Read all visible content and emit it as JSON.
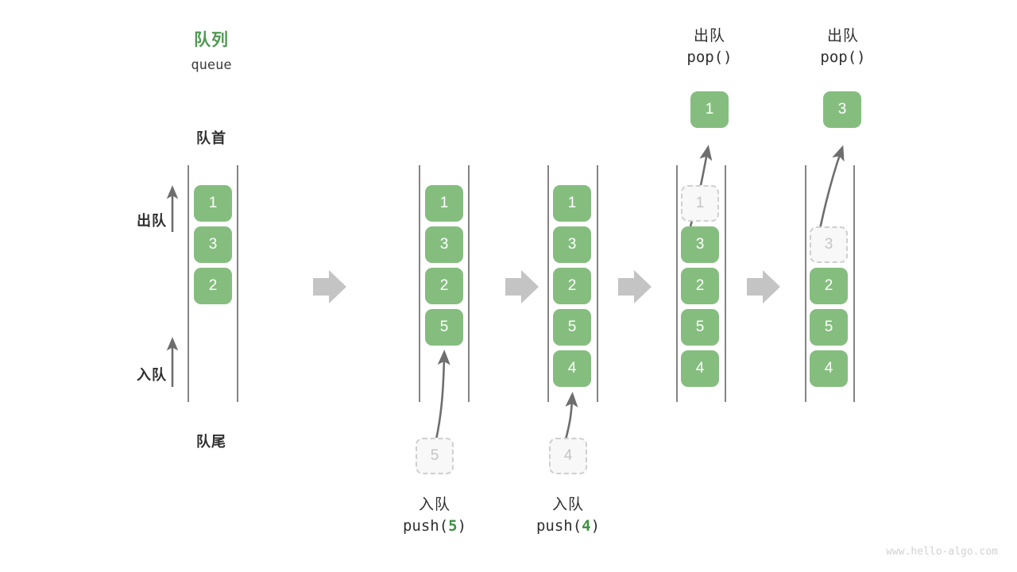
{
  "diagram": {
    "title_cn": "队列",
    "title_en": "queue",
    "front_label": "队首",
    "rear_label": "队尾",
    "dequeue_label": "出队",
    "enqueue_label": "入队",
    "accent_color": "#4e9a51",
    "box_color": "#85bd7f",
    "ghost_color": "#f8f8f8",
    "arrow_color": "#6e6e6e",
    "transition_arrow_color": "#c4c4c4",
    "watermark": "www.hello-algo.com"
  },
  "stages": [
    {
      "name": "initial",
      "items": [
        "1",
        "3",
        "2"
      ],
      "ghost": null,
      "popped": null,
      "op_cn": "",
      "op_code_prefix": "",
      "op_code_arg": "",
      "op_code_suffix": ""
    },
    {
      "name": "push-5",
      "items": [
        "1",
        "3",
        "2",
        "5"
      ],
      "ghost": "5",
      "popped": null,
      "op_cn": "入队",
      "op_code_prefix": "push(",
      "op_code_arg": "5",
      "op_code_suffix": ")"
    },
    {
      "name": "push-4",
      "items": [
        "1",
        "3",
        "2",
        "5",
        "4"
      ],
      "ghost": "4",
      "popped": null,
      "op_cn": "入队",
      "op_code_prefix": "push(",
      "op_code_arg": "4",
      "op_code_suffix": ")"
    },
    {
      "name": "pop-1",
      "items": [
        "3",
        "2",
        "5",
        "4"
      ],
      "ghost": "1",
      "popped": "1",
      "op_cn": "出队",
      "op_code_prefix": "pop(",
      "op_code_arg": "",
      "op_code_suffix": ")"
    },
    {
      "name": "pop-3",
      "items": [
        "2",
        "5",
        "4"
      ],
      "ghost": "3",
      "popped": "3",
      "op_cn": "出队",
      "op_code_prefix": "pop(",
      "op_code_arg": "",
      "op_code_suffix": ")"
    }
  ]
}
